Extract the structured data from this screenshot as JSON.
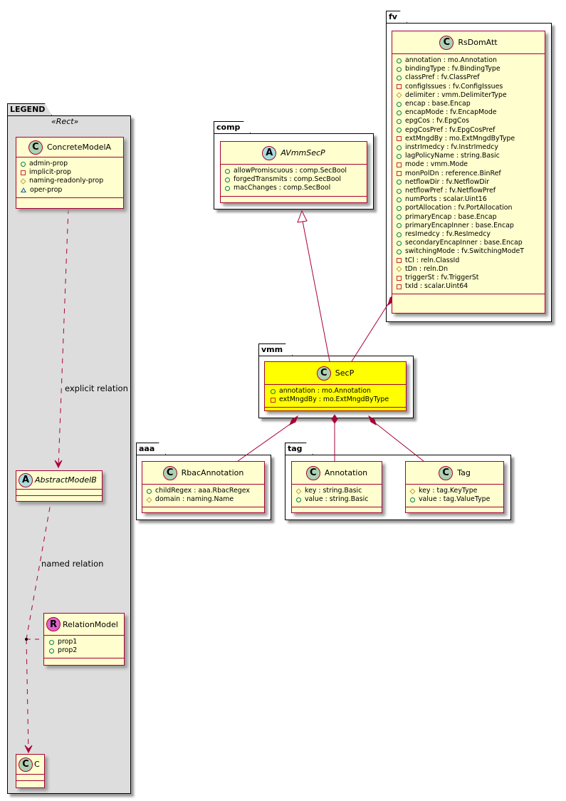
{
  "packages": {
    "legend": "LEGEND",
    "comp": "comp",
    "fv": "fv",
    "vmm": "vmm",
    "aaa": "aaa",
    "tag": "tag"
  },
  "legend": {
    "stereotype": "«Rect»",
    "concrete": {
      "name": "ConcreteModelA",
      "spot": "C",
      "attributes": [
        {
          "vis": "public",
          "text": "admin-prop"
        },
        {
          "vis": "private",
          "text": "implicit-prop"
        },
        {
          "vis": "protected",
          "text": "naming-readonly-prop"
        },
        {
          "vis": "package",
          "text": "oper-prop"
        }
      ]
    },
    "abstract": {
      "name": "AbstractModelB",
      "spot": "A"
    },
    "relation_model": {
      "name": "RelationModel",
      "spot": "R",
      "attributes": [
        {
          "vis": "public",
          "text": "prop1"
        },
        {
          "vis": "public",
          "text": "prop2"
        }
      ]
    },
    "c": {
      "name": "C",
      "spot": "C"
    },
    "edges": {
      "explicit": "explicit relation",
      "named": "named relation"
    }
  },
  "classes": {
    "avmmsecp": {
      "name": "AVmmSecP",
      "spot": "A",
      "attributes": [
        {
          "vis": "public",
          "text": "allowPromiscuous : comp.SecBool"
        },
        {
          "vis": "public",
          "text": "forgedTransmits : comp.SecBool"
        },
        {
          "vis": "public",
          "text": "macChanges : comp.SecBool"
        }
      ]
    },
    "rsdomatt": {
      "name": "RsDomAtt",
      "spot": "C",
      "attributes": [
        {
          "vis": "public",
          "text": "annotation : mo.Annotation"
        },
        {
          "vis": "public",
          "text": "bindingType : fv.BindingType"
        },
        {
          "vis": "public",
          "text": "classPref : fv.ClassPref"
        },
        {
          "vis": "private",
          "text": "configIssues : fv.ConfigIssues"
        },
        {
          "vis": "protected",
          "text": "delimiter : vmm.DelimiterType"
        },
        {
          "vis": "public",
          "text": "encap : base.Encap"
        },
        {
          "vis": "public",
          "text": "encapMode : fv.EncapMode"
        },
        {
          "vis": "public",
          "text": "epgCos : fv.EpgCos"
        },
        {
          "vis": "public",
          "text": "epgCosPref : fv.EpgCosPref"
        },
        {
          "vis": "private",
          "text": "extMngdBy : mo.ExtMngdByType"
        },
        {
          "vis": "public",
          "text": "instrImedcy : fv.InstrImedcy"
        },
        {
          "vis": "public",
          "text": "lagPolicyName : string.Basic"
        },
        {
          "vis": "private",
          "text": "mode : vmm.Mode"
        },
        {
          "vis": "private",
          "text": "monPolDn : reference.BinRef"
        },
        {
          "vis": "public",
          "text": "netflowDir : fv.NetflowDir"
        },
        {
          "vis": "public",
          "text": "netflowPref : fv.NetflowPref"
        },
        {
          "vis": "public",
          "text": "numPorts : scalar.Uint16"
        },
        {
          "vis": "public",
          "text": "portAllocation : fv.PortAllocation"
        },
        {
          "vis": "public",
          "text": "primaryEncap : base.Encap"
        },
        {
          "vis": "public",
          "text": "primaryEncapInner : base.Encap"
        },
        {
          "vis": "public",
          "text": "resImedcy : fv.ResImedcy"
        },
        {
          "vis": "public",
          "text": "secondaryEncapInner : base.Encap"
        },
        {
          "vis": "public",
          "text": "switchingMode : fv.SwitchingModeT"
        },
        {
          "vis": "private",
          "text": "tCl : reln.ClassId"
        },
        {
          "vis": "protected",
          "text": "tDn : reln.Dn"
        },
        {
          "vis": "private",
          "text": "triggerSt : fv.TriggerSt"
        },
        {
          "vis": "private",
          "text": "txId : scalar.Uint64"
        }
      ]
    },
    "secp": {
      "name": "SecP",
      "spot": "C",
      "highlight_color": "#ffff00",
      "attributes": [
        {
          "vis": "public",
          "text": "annotation : mo.Annotation"
        },
        {
          "vis": "private",
          "text": "extMngdBy : mo.ExtMngdByType"
        }
      ]
    },
    "rbacannotation": {
      "name": "RbacAnnotation",
      "spot": "C",
      "attributes": [
        {
          "vis": "public",
          "text": "childRegex : aaa.RbacRegex"
        },
        {
          "vis": "protected",
          "text": "domain : naming.Name"
        }
      ]
    },
    "annotation": {
      "name": "Annotation",
      "spot": "C",
      "attributes": [
        {
          "vis": "protected",
          "text": "key : string.Basic"
        },
        {
          "vis": "public",
          "text": "value : string.Basic"
        }
      ]
    },
    "tag": {
      "name": "Tag",
      "spot": "C",
      "attributes": [
        {
          "vis": "protected",
          "text": "key : tag.KeyType"
        },
        {
          "vis": "public",
          "text": "value : tag.ValueType"
        }
      ]
    }
  },
  "relations": [
    {
      "from": "secp",
      "to": "avmmsecp",
      "type": "inheritance"
    },
    {
      "from": "rsdomatt",
      "to": "secp",
      "type": "composition"
    },
    {
      "from": "secp",
      "to": "rbacannotation",
      "type": "composition"
    },
    {
      "from": "secp",
      "to": "annotation",
      "type": "composition"
    },
    {
      "from": "secp",
      "to": "tag",
      "type": "composition"
    }
  ],
  "colors": {
    "class_fill": "#fefece",
    "class_border": "#a80036",
    "legend_fill": "#dddddd",
    "highlight": "#ffff00"
  }
}
